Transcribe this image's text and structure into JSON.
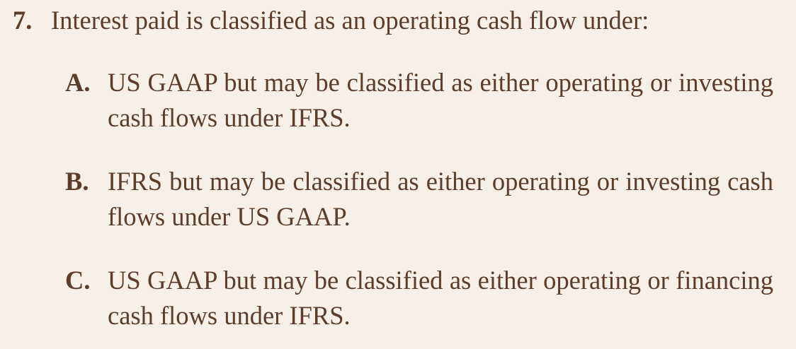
{
  "question": {
    "number": "7.",
    "text": "Interest paid is classified as an operating cash flow under:"
  },
  "options": [
    {
      "letter": "A.",
      "text": "US GAAP but may be classified as either operating or investing cash flows under IFRS."
    },
    {
      "letter": "B.",
      "text": "IFRS but may be classified as either operating or investing cash flows under US GAAP."
    },
    {
      "letter": "C.",
      "text": "US GAAP but may be classified as either operating or financing cash flows under IFRS."
    }
  ]
}
